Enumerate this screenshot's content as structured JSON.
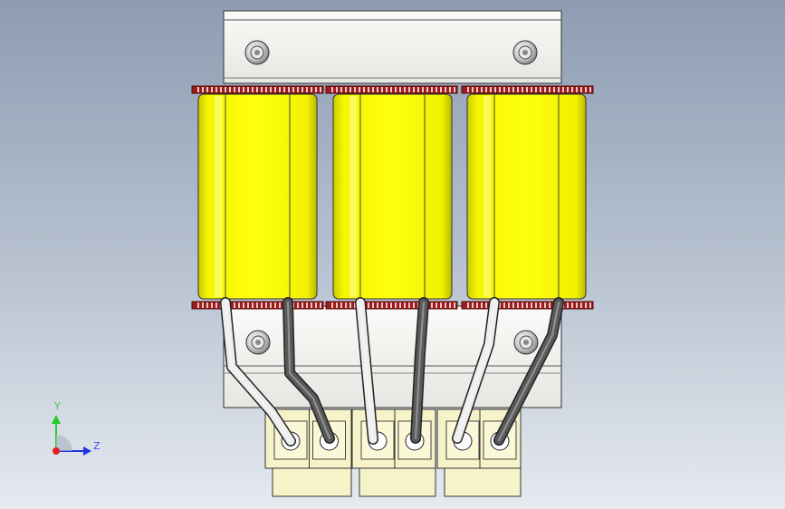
{
  "viewport": {
    "background_top": "#8e9cb2",
    "background_bottom": "#e6eaf0"
  },
  "model": {
    "coil_color": "#f0f000",
    "coil_shadow": "#c8c800",
    "frame_color": "#f2f2ef",
    "flange_color": "#a01a1a",
    "terminal_color": "#f7f3c8",
    "lead_light": "#eeeeee",
    "lead_dark": "#5a5a5a",
    "coil_count": 3,
    "terminal_count": 6
  },
  "triad": {
    "y_label": "Y",
    "z_label": "Z",
    "y_color": "#22cc22",
    "z_color": "#2233dd",
    "origin_color": "#dd2222"
  }
}
